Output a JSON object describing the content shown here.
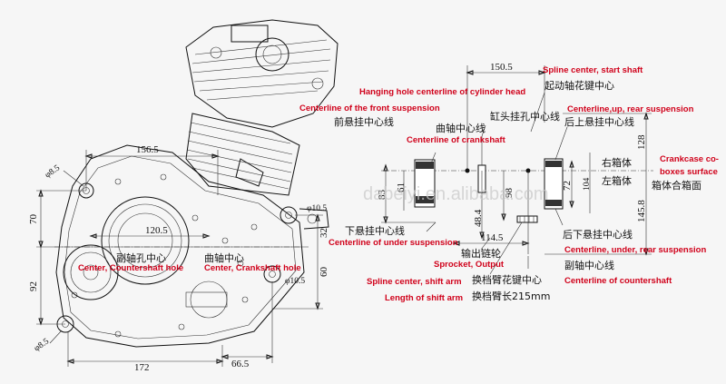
{
  "accent_color": "#d0021b",
  "watermark": "dabeiyi.en.alibaba.com",
  "dimensions": {
    "d150_5": "150.5",
    "d156_5": "156.5",
    "d120_5": "120.5",
    "d114_5": "114.5",
    "d172": "172",
    "d66_5": "66.5",
    "d70": "70",
    "d92": "92",
    "d60": "60",
    "d32": "32",
    "d83": "83",
    "d61": "61",
    "d48_4": "48.4",
    "d98": "98",
    "d72": "72",
    "d104": "104",
    "d128": "128",
    "d145_8": "145.8",
    "phi8_5_top": "φ8.5",
    "phi8_5_bottom": "φ8.5",
    "phi10_5_a": "φ10.5",
    "phi10_5_b": "φ10.5"
  },
  "chinese_labels": {
    "spline_start": "起动轴花键中心",
    "cylinder_hole": "缸头挂孔中心线",
    "front_susp": "前悬挂中心线",
    "crankshaft": "曲轴中心线",
    "rear_up": "后上悬挂中心线",
    "right_box": "右箱体",
    "left_box": "左箱体",
    "box_surface": "箱体合箱面",
    "under_susp": "下悬挂中心线",
    "sprocket": "输出链轮",
    "rear_under": "后下悬挂中心线",
    "countershaft": "副轴中心线",
    "shift_spline": "换档臂花键中心",
    "shift_length": "换档臂长215mm",
    "countershaft_hole": "副轴孔中心",
    "crankshaft_center": "曲轴中心"
  },
  "english_labels": {
    "spline_start": "Spline center, start shaft",
    "cylinder_hole": "Hanging hole centerline of cylinder head",
    "front_susp": "Centerline of the front suspension",
    "rear_up": "Centerline,up, rear suspension",
    "crankshaft": "Centerline of crankshaft",
    "box_surface_1": "Crankcase co-",
    "box_surface_2": "boxes surface",
    "under_susp": "Centerline of under suspension",
    "rear_under": "Centerline, under, rear suspension",
    "countershaft_hole": "Center, Countershaft hole",
    "crankshaft_center": "Center, Crankshaft hole",
    "sprocket": "Sprocket, Output",
    "countershaft": "Centerline of countershaft",
    "shift_spline": "Spline center, shift arm",
    "shift_length": "Length of shift arm"
  }
}
